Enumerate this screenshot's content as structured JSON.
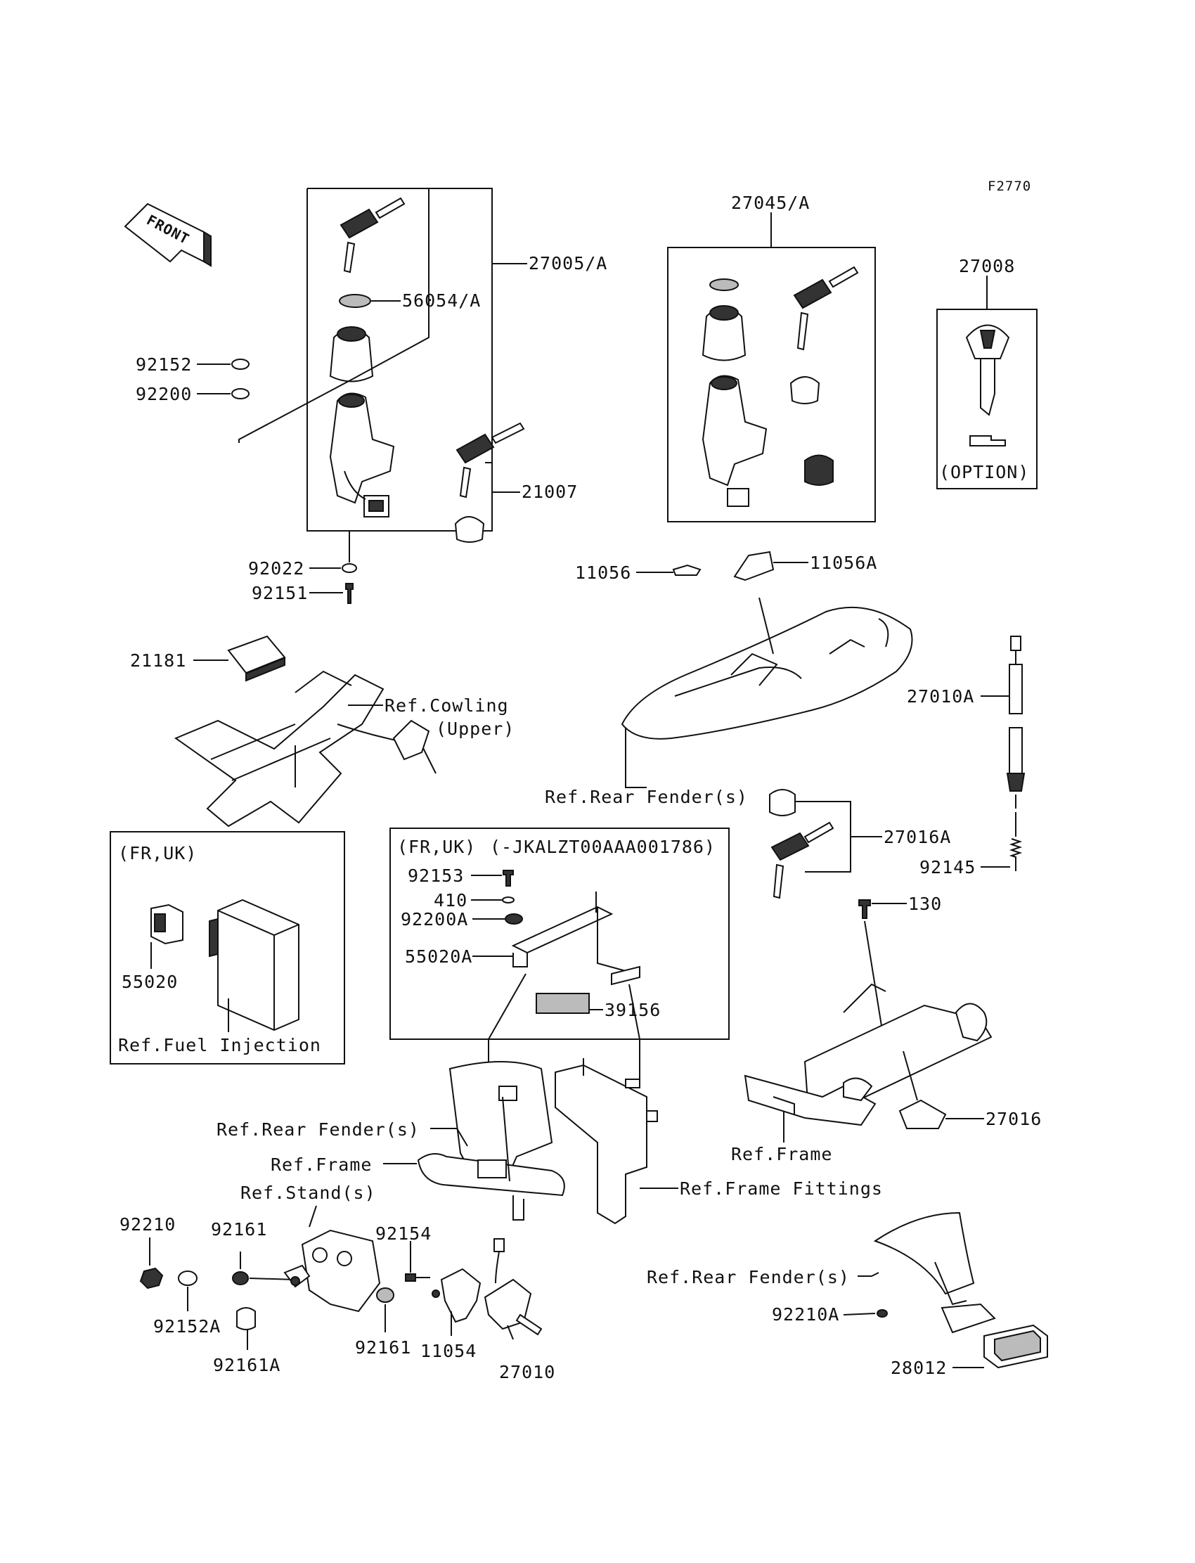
{
  "figure_code": "F2770",
  "front_label": "FRONT",
  "boxes": {
    "fr_uk_left": "(FR,UK)",
    "fr_uk_mid": "(FR,UK)",
    "fr_uk_mid_range": "(-JKALZT00AAA001786)",
    "option": "(OPTION)"
  },
  "parts": {
    "p27005A": "27005/A",
    "p56054A": "56054/A",
    "p92152": "92152",
    "p92200": "92200",
    "p21007": "21007",
    "p92022": "92022",
    "p92151": "92151",
    "p27045A": "27045/A",
    "p27008": "27008",
    "p11056": "11056",
    "p11056A": "11056A",
    "p21181": "21181",
    "p27010A": "27010A",
    "p27016A": "27016A",
    "p92145": "92145",
    "p92153": "92153",
    "p410": "410",
    "p92200A": "92200A",
    "p55020A": "55020A",
    "p39156": "39156",
    "p55020": "55020",
    "p130": "130",
    "p27016": "27016",
    "p92210": "92210",
    "p92161_a": "92161",
    "p92154": "92154",
    "p92152A": "92152A",
    "p92161_b": "92161",
    "p92161A": "92161A",
    "p11054": "11054",
    "p27010": "27010",
    "p92210A": "92210A",
    "p28012": "28012"
  },
  "refs": {
    "cowling": "Ref.Cowling",
    "cowling_upper": "(Upper)",
    "rear_fender_1": "Ref.Rear Fender(s)",
    "fuel_injection": "Ref.Fuel Injection",
    "rear_fender_2": "Ref.Rear Fender(s)",
    "frame_1": "Ref.Frame",
    "stands": "Ref.Stand(s)",
    "frame_fittings": "Ref.Frame Fittings",
    "frame_2": "Ref.Frame",
    "rear_fender_3": "Ref.Rear Fender(s)"
  }
}
